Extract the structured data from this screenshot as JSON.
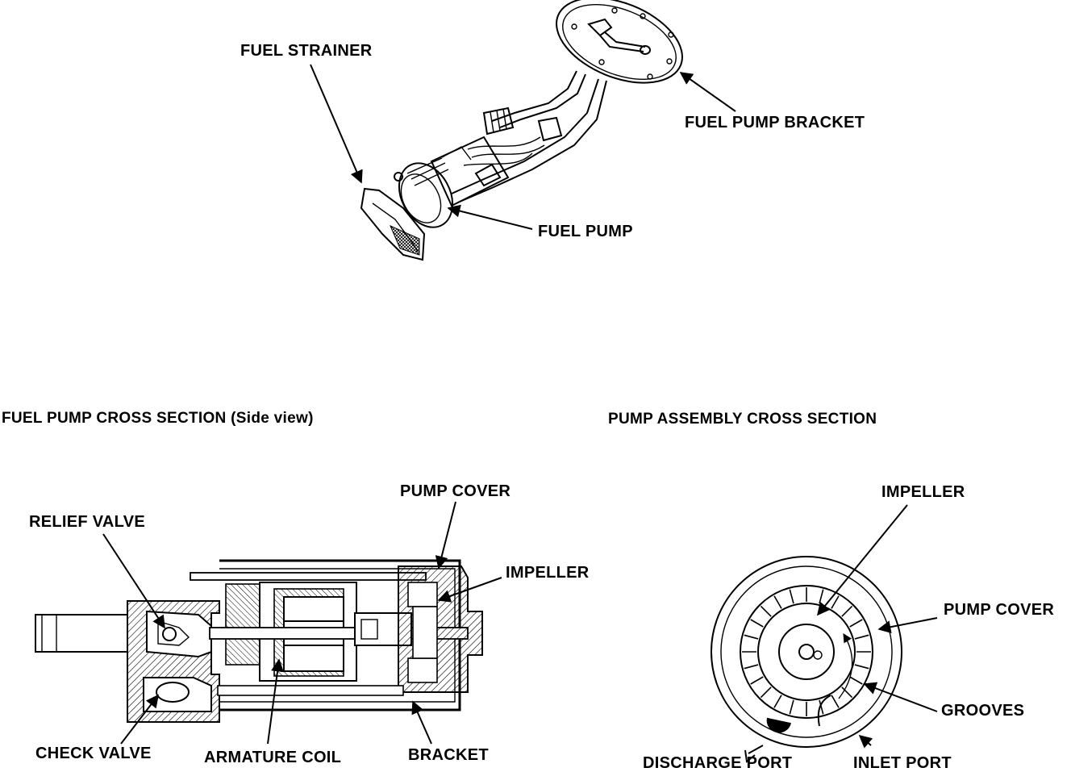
{
  "colors": {
    "ink": "#000000",
    "paper": "#ffffff"
  },
  "top_view": {
    "labels": {
      "fuel_strainer": "FUEL STRAINER",
      "fuel_pump_bracket": "FUEL PUMP BRACKET",
      "fuel_pump": "FUEL PUMP"
    }
  },
  "side_section": {
    "title": "FUEL PUMP CROSS SECTION (Side view)",
    "labels": {
      "pump_cover": "PUMP COVER",
      "relief_valve": "RELIEF VALVE",
      "impeller": "IMPELLER",
      "check_valve": "CHECK VALVE",
      "armature_coil": "ARMATURE COIL",
      "bracket": "BRACKET"
    }
  },
  "pump_assembly_section": {
    "title": "PUMP ASSEMBLY CROSS SECTION",
    "labels": {
      "impeller": "IMPELLER",
      "pump_cover": "PUMP COVER",
      "grooves": "GROOVES",
      "discharge_port": "DISCHARGE PORT",
      "inlet_port": "INLET PORT"
    }
  }
}
